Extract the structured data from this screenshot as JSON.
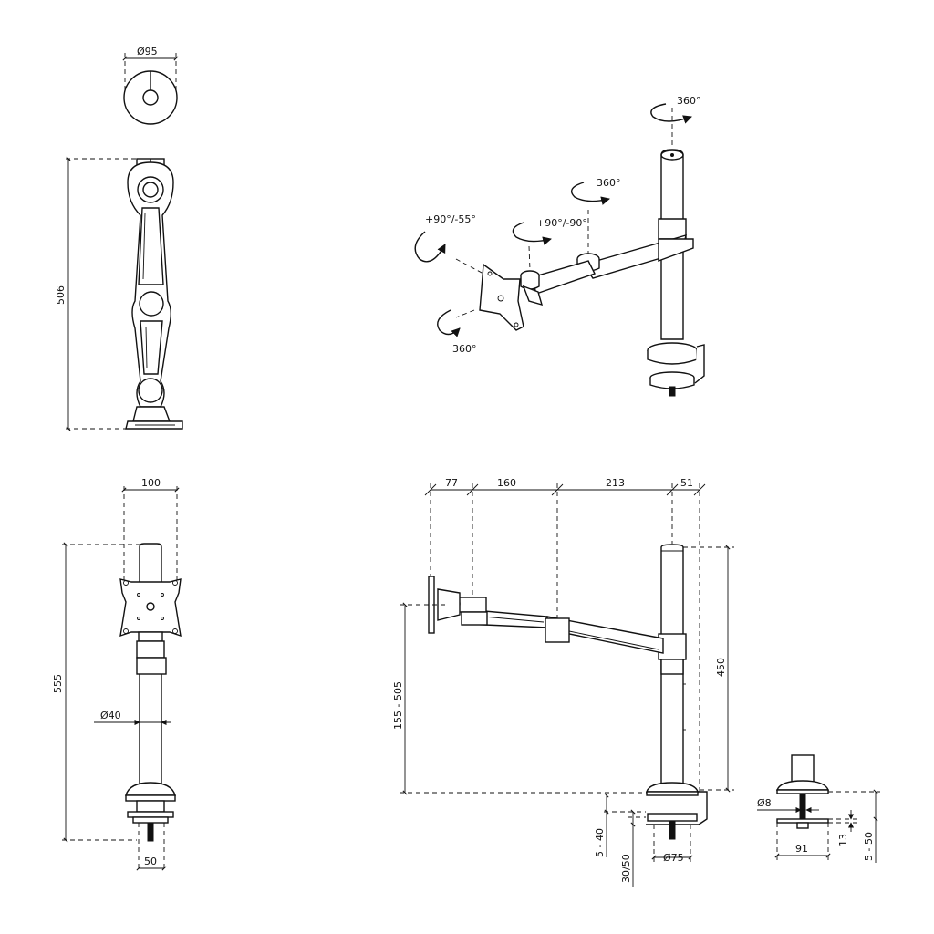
{
  "top_view": {
    "diameter": "Ø95"
  },
  "side_view": {
    "height": "506"
  },
  "front_view": {
    "width": "100",
    "height": "555",
    "pole_diameter": "Ø40",
    "base_width": "50"
  },
  "iso_view": {
    "pole_rotation": "360°",
    "arm_rotation": "360°",
    "tilt": "+90°/-55°",
    "tilt2": "+90°/-90°",
    "head_rotation": "360°"
  },
  "side_elevation": {
    "seg1": "77",
    "seg2": "160",
    "seg3": "213",
    "seg4": "51",
    "pole_height": "450",
    "adjust_range": "155 - 505",
    "desk_range": "5 - 40",
    "clamp_range": "30/50",
    "clamp_diameter": "Ø75"
  },
  "clamp_detail": {
    "bolt_diameter": "Ø8",
    "plate_width": "91",
    "plate_thickness": "13",
    "thickness_range": "5 - 50"
  },
  "colors": {
    "line": "#111111",
    "background": "#ffffff"
  }
}
